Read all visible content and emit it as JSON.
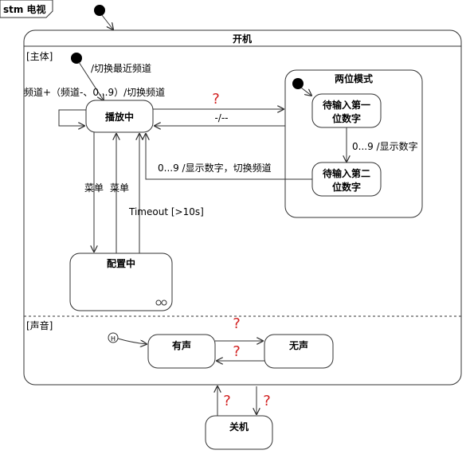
{
  "frame": {
    "label": "stm 电视"
  },
  "states": {
    "on": {
      "name": "开机"
    },
    "playing": {
      "name": "播放中"
    },
    "config": {
      "name": "配置中"
    },
    "two_digit": {
      "name": "两位模式"
    },
    "wait_first": {
      "line1": "待输入第一",
      "line2": "位数字"
    },
    "wait_second": {
      "line1": "待输入第二",
      "line2": "位数字"
    },
    "sound_on": {
      "name": "有声"
    },
    "sound_off": {
      "name": "无声"
    },
    "off": {
      "name": "关机"
    }
  },
  "regions": {
    "main": "[主体]",
    "sound": "[声音]"
  },
  "history": {
    "symbol": "H"
  },
  "transitions": {
    "initial_main": "/切换最近频道",
    "self_loop": "频道+（频道-、0...9）/切换频道",
    "back_from_two": "-/--",
    "first_to_second": "0...9 /显示数字",
    "second_to_play": "0...9 /显示数字，切换频道",
    "menu_down": "菜单",
    "menu_up": "菜单",
    "timeout": "Timeout [>10s]"
  },
  "unknown_marker": "?",
  "colors": {
    "question": "#d11f1f",
    "line": "#333333",
    "fill": "#ffffff"
  }
}
